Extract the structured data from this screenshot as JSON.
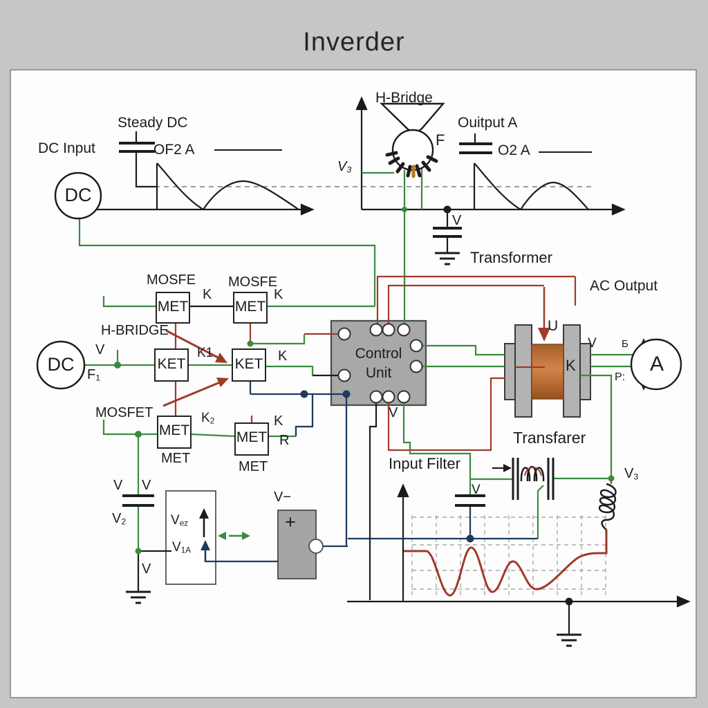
{
  "title": "Inverder",
  "colors": {
    "background": "#c6c6c6",
    "canvas": "#fdfdfd",
    "wire_green": "#3a8a3f",
    "wire_red": "#9e3a2a",
    "wire_navy": "#1e3a5f",
    "unit_gray": "#a8a8a8",
    "copper": "#c3793a"
  },
  "input_stage": {
    "dc_input_label": "DC Input",
    "steady_dc_label": "Steady DC",
    "cap_note": "OF2 A",
    "source_label": "DC"
  },
  "hbridge_plot": {
    "title": "H-Bridge",
    "axis_main": "V",
    "axis_sub": "3",
    "component_label": "F"
  },
  "output_plot": {
    "title": "Ouitput A",
    "cap_note": "O2 A",
    "junction_label": "V",
    "transformer_label": "Transformer"
  },
  "switch_stage": {
    "hbridge_label": "H-BRIDGE",
    "mosfet_label": "MOSFET",
    "source_label": "DC",
    "source_v": "V",
    "source_f_main": "F",
    "source_f_sub": "1",
    "mosfe1_label": "MOSFE",
    "mosfe2_label": "MOSFE",
    "met1": "MET",
    "met1_pin": "K",
    "met2": "MET",
    "met2_pin": "K",
    "ket1": "KET",
    "ket1_pin": "K1",
    "ket2": "KET",
    "ket2_pin": "K",
    "met3": "MET",
    "met3_below": "MET",
    "met3_pin_main": "K",
    "met3_pin_sub": "2",
    "met4": "MET",
    "met4_below": "MET",
    "met4_pin": "K",
    "met4_pin2": "R"
  },
  "control_unit": {
    "line1": "Control",
    "line2": "Unit",
    "bottom_label": "V"
  },
  "transformer": {
    "ac_output_label": "AC Output",
    "core_label": "U",
    "plate_label": "K",
    "right_label": "V"
  },
  "ammeter": {
    "label": "A",
    "top_label": "Б",
    "bottom_label": "P:"
  },
  "filter": {
    "input_filter_label": "Input Filter",
    "cap_label": "V",
    "transfarer_label": "Transfarer",
    "v3_main": "V",
    "v3_sub": "3"
  },
  "feedback": {
    "cap_label_a": "V",
    "cap_label_b": "V",
    "v2_main": "V",
    "v2_sub": "2",
    "ground_label": "V",
    "box_row1_main": "V",
    "box_row1_sub": "ez",
    "box_row2_main": "V",
    "box_row2_sub": "1A",
    "comparator_label": "V−",
    "comparator_plus": "+"
  }
}
